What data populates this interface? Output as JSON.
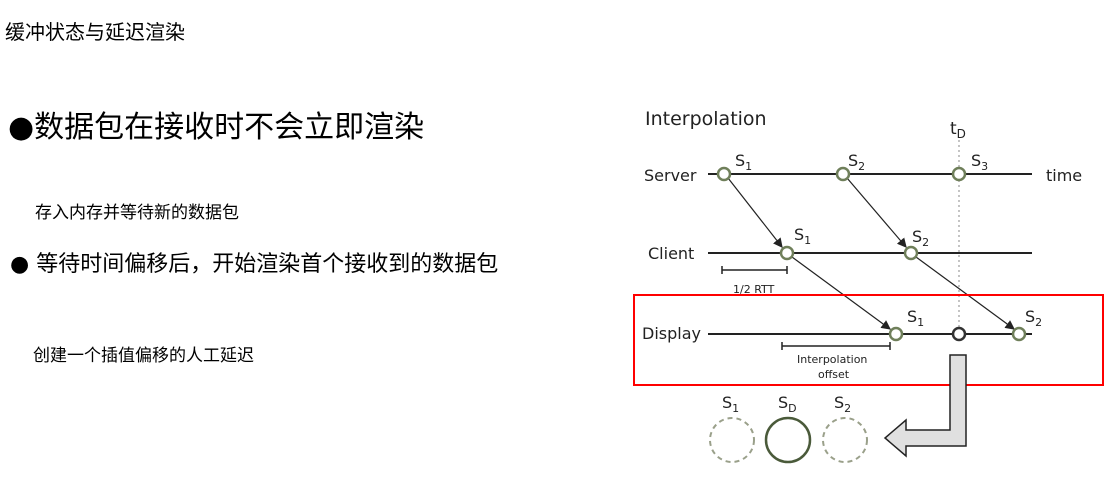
{
  "slide": {
    "title": "缓冲状态与延迟渲染",
    "bullet1": "●数据包在接收时不会立即渲染",
    "sub1": "存入内存并等待新的数据包",
    "bullet2": "● 等待时间偏移后，开始渲染首个接收到的数据包",
    "sub2": "创建一个插值偏移的人工延迟"
  },
  "diagram": {
    "heading": "Interpolation",
    "td": "t",
    "td_sub": "D",
    "rows": {
      "server": "Server",
      "client": "Client",
      "display": "Display"
    },
    "time": "time",
    "s": "S",
    "n1": "1",
    "n2": "2",
    "n3": "3",
    "nD": "D",
    "rtt": "1/2 RTT",
    "offset1": "Interpolation",
    "offset2": "offset",
    "highlight_color": "#ff0000",
    "node_color": "#6f7f5a"
  }
}
